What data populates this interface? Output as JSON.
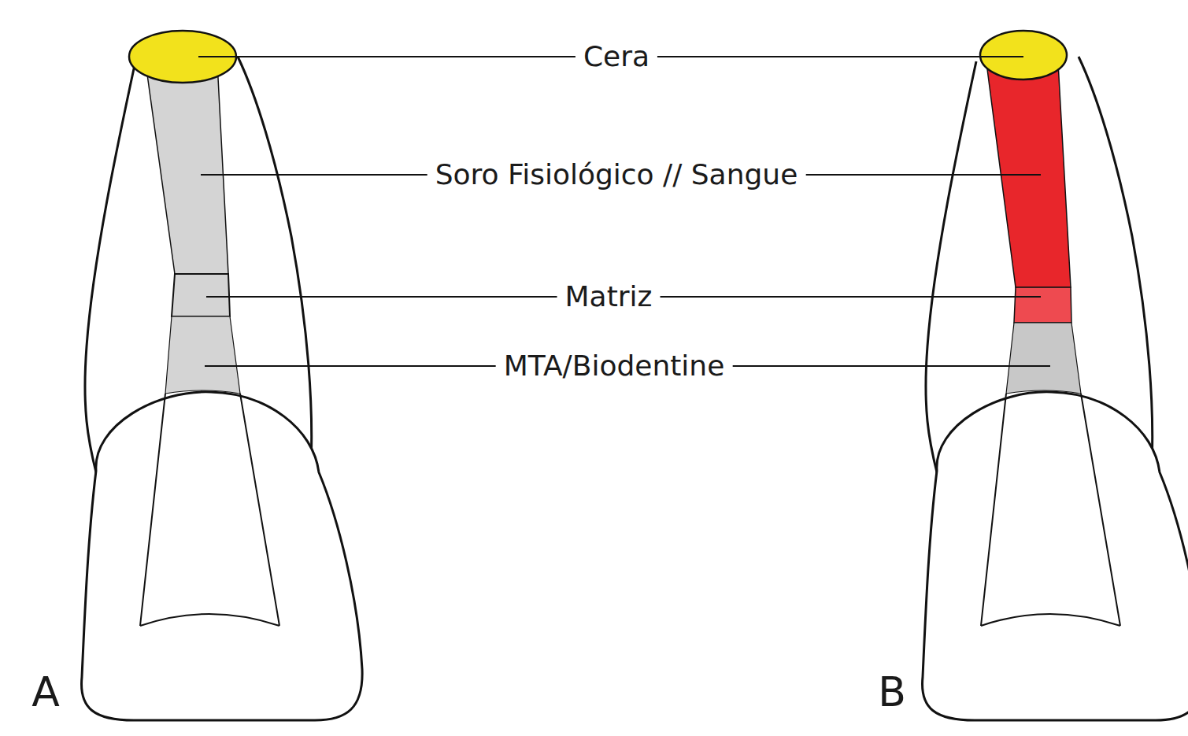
{
  "diagram": {
    "labels": [
      "Cera",
      "Soro Fisiológico // Sangue",
      "Matriz",
      "MTA/Biodentine",
      "A",
      "B"
    ]
  }
}
